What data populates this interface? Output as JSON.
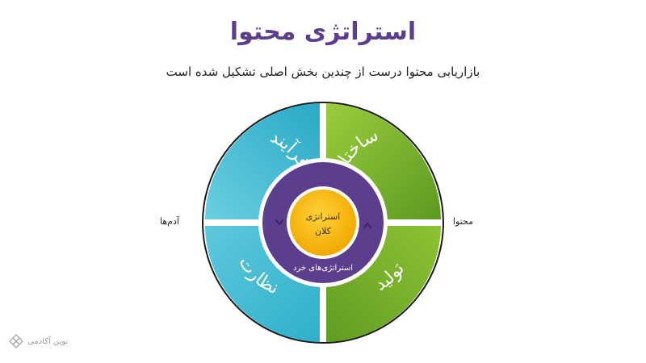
{
  "title": "استراتژی محتوا",
  "subtitle": "بازاریابی محتوا درست از چندین بخش اصلی تشکیل شده است",
  "side_labels": {
    "left": "آدم‌ها",
    "right": "محتوا"
  },
  "quadrants": {
    "top_right": "ساختار",
    "top_left": "فرآیند",
    "bottom_right": "تولید",
    "bottom_left": "نظارت"
  },
  "ring_label": "استراتژی‌های خرد",
  "core_label": {
    "line1": "استراتژی",
    "line2": "کلان"
  },
  "brand": "نوین آکادمی",
  "colors": {
    "title": "#5b3f8e",
    "green": "#78b22d",
    "blue": "#3cb6cf",
    "ring": "#5b3f8e",
    "core": "#f5b800"
  }
}
